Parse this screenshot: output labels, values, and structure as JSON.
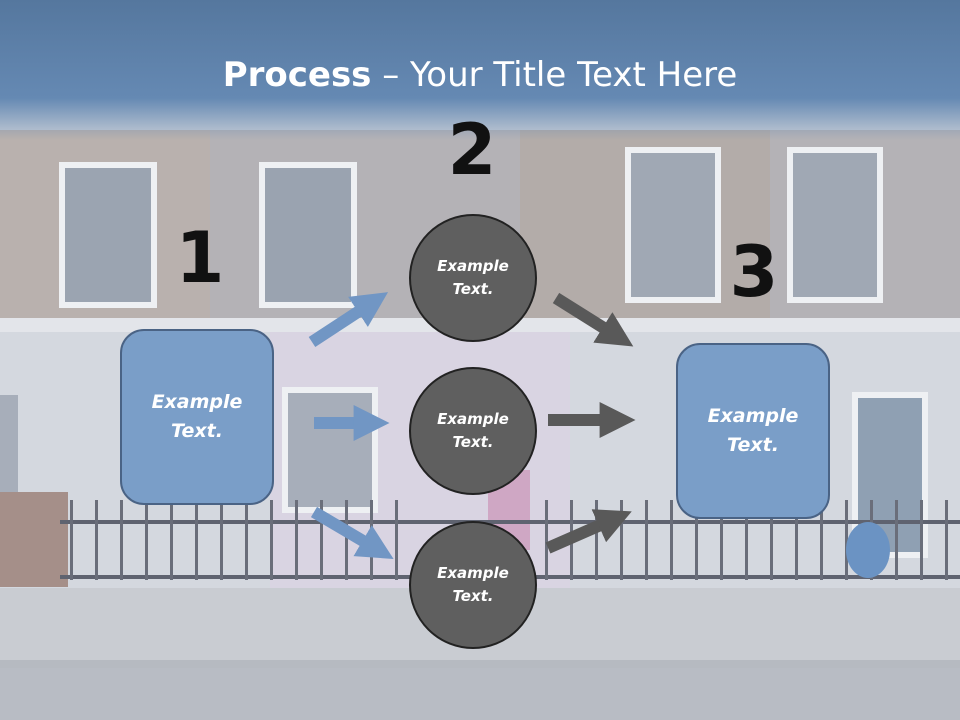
{
  "title": {
    "bold": "Process",
    "rest": " – Your Title Text Here"
  },
  "steps": {
    "one": "1",
    "two": "2",
    "three": "3"
  },
  "boxes": {
    "left": "Example Text.",
    "right": "Example Text."
  },
  "circles": {
    "top": "Example Text.",
    "middle": "Example Text.",
    "bottom": "Example Text."
  },
  "colors": {
    "box_fill": "#7a9ec8",
    "circle_fill": "#5f5f5f",
    "arrow_blue": "#7196c4",
    "arrow_gray": "#595959",
    "title_band": "#6589b3"
  }
}
